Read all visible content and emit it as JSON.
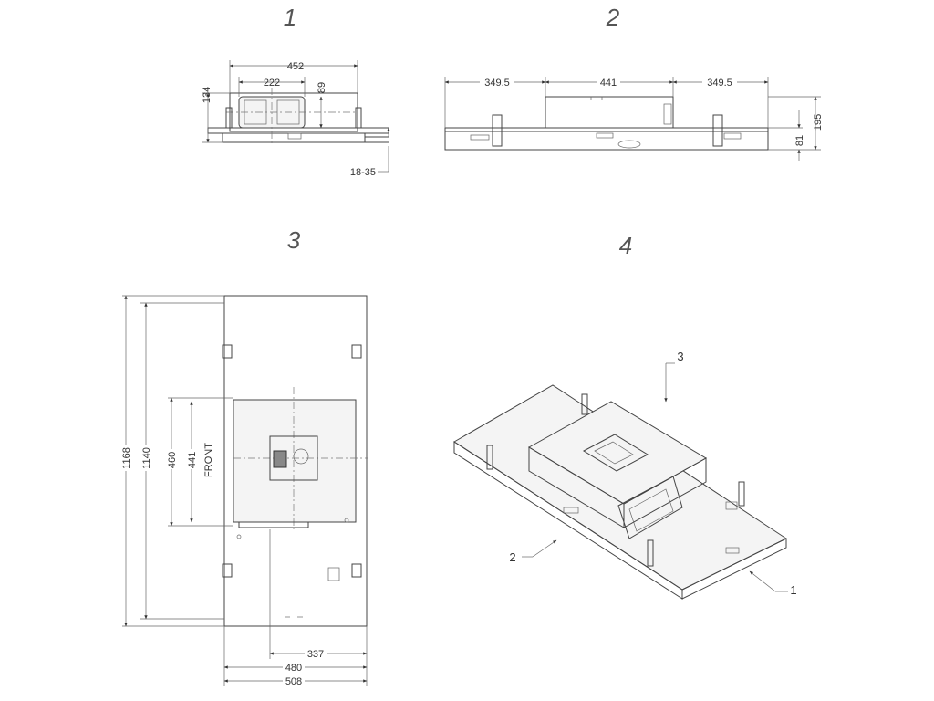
{
  "views": {
    "v1": {
      "number": "1",
      "dims": {
        "width": "452",
        "inner": "222",
        "height_total": "134",
        "height_inner": "89",
        "offset": "18-35"
      }
    },
    "v2": {
      "number": "2",
      "dims": {
        "left": "349.5",
        "center": "441",
        "right": "349.5",
        "height_total": "195",
        "height_inner": "81"
      }
    },
    "v3": {
      "number": "3",
      "front": "FRONT",
      "dims": {
        "length_total": "1168",
        "length_inner": "1140",
        "square": "460",
        "square_inner": "441",
        "offset": "337",
        "width_inner": "480",
        "width_total": "508"
      }
    },
    "v4": {
      "number": "4",
      "callouts": {
        "c1": "1",
        "c2": "2",
        "c3": "3"
      }
    }
  }
}
